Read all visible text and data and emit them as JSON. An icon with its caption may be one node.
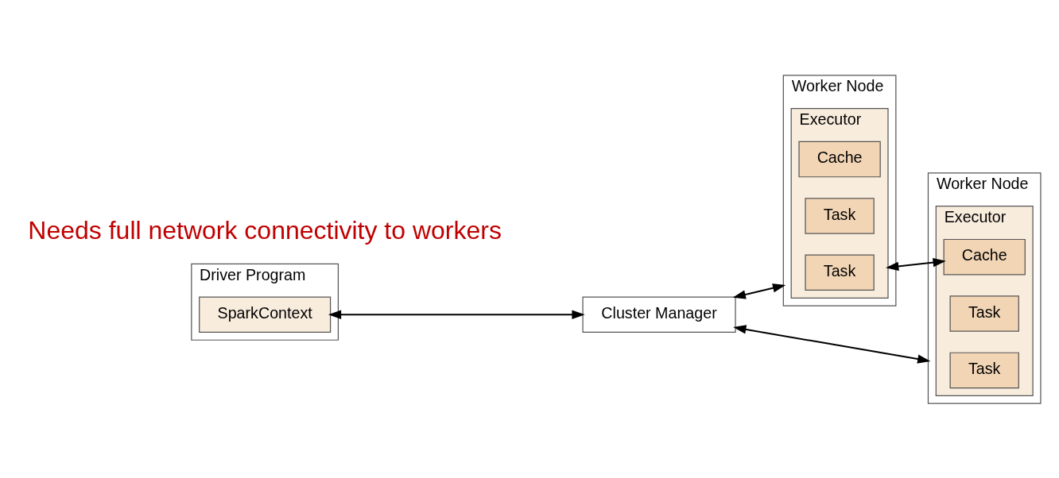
{
  "diagram": {
    "nodes": [
      {
        "text": [
          "Driver Program"
        ]
      },
      {
        "text": [
          "SparkContext"
        ],
        "in": 0
      },
      {
        "text": [
          "Cluster Manager"
        ]
      },
      {
        "text": [
          "Worker Node"
        ]
      },
      {
        "text": [
          "Executor"
        ],
        "in": 3
      },
      {
        "text": [
          "Cache"
        ],
        "in": 4
      },
      {
        "text": [
          "Task"
        ],
        "in": 4
      },
      {
        "text": [
          "Task"
        ],
        "in": 4
      },
      {
        "text": [
          "Worker Node"
        ]
      },
      {
        "text": [
          "Executor"
        ],
        "in": 8
      },
      {
        "text": [
          "Cache"
        ],
        "in": 9
      },
      {
        "text": [
          "Task"
        ],
        "in": 9
      },
      {
        "text": [
          "Task"
        ],
        "in": 9
      }
    ],
    "edges": [
      {
        "from": 1,
        "to": 2,
        "arrow": "both"
      },
      {
        "from": 2,
        "to": 3,
        "arrow": "both"
      },
      {
        "from": 2,
        "to": 8,
        "arrow": "both"
      },
      {
        "from": 4,
        "to": 10,
        "arrow": "both"
      }
    ],
    "labels": [
      "Needs full network connectivity to workers"
    ]
  }
}
